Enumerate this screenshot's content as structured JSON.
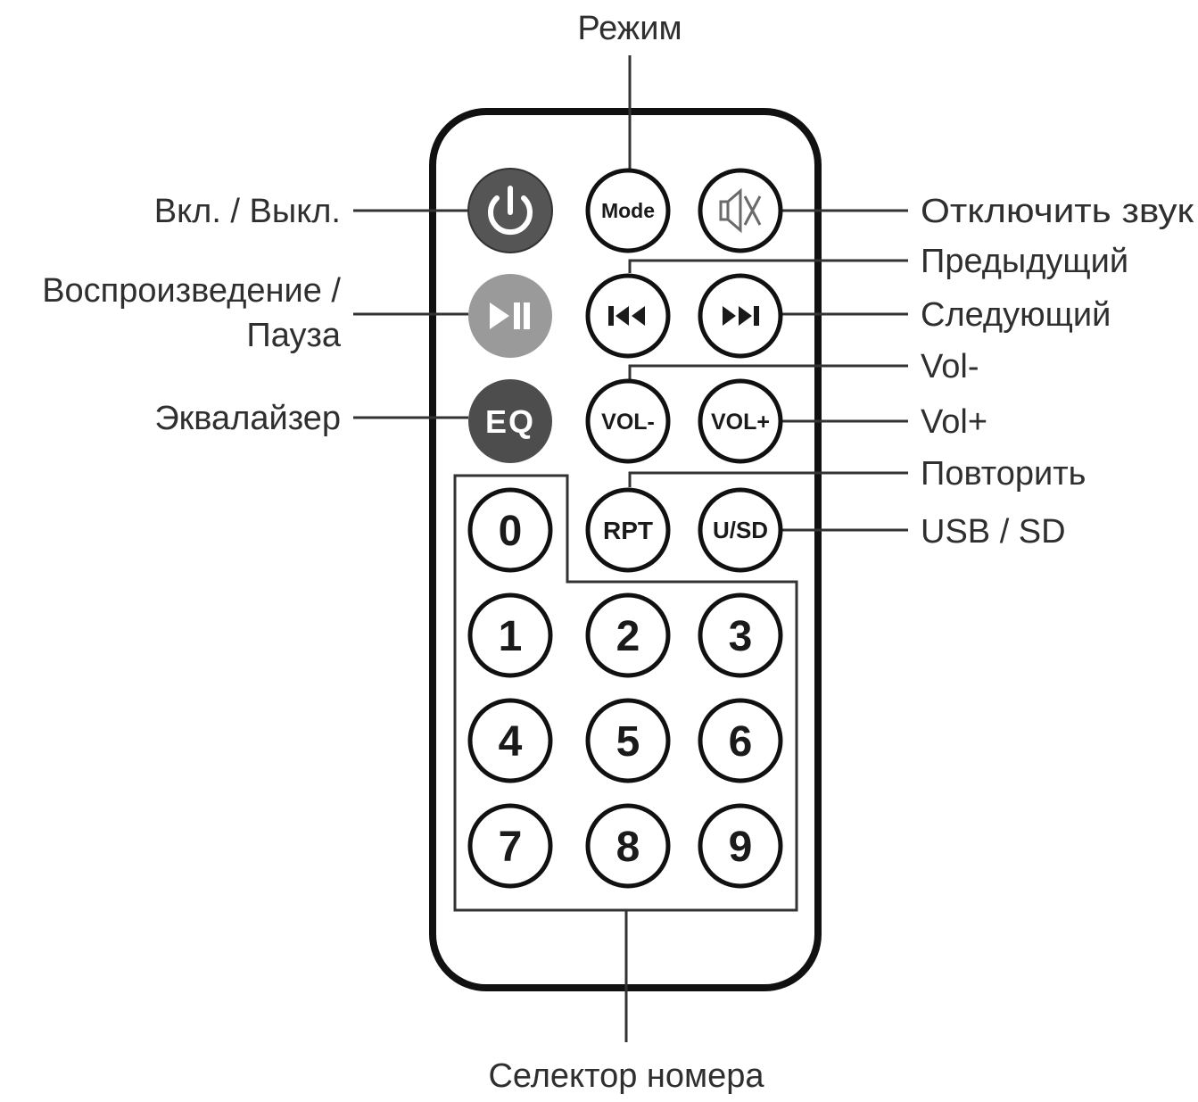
{
  "callouts": {
    "mode": "Режим",
    "power": "Вкл. / Выкл.",
    "play_pause_line1": "Воспроизведение /",
    "play_pause_line2": "Пауза",
    "eq": "Эквалайзер",
    "mute": "Отключить звук",
    "prev": "Предыдущий",
    "next": "Следующий",
    "vol_minus": "Vol-",
    "vol_plus": "Vol+",
    "repeat": "Повторить",
    "usb_sd": "USB / SD",
    "number_selector": "Селектор номера"
  },
  "buttons": {
    "mode": "Mode",
    "eq": "EQ",
    "vol_minus": "VOL-",
    "vol_plus": "VOL+",
    "rpt": "RPT",
    "usb_sd": "U/SD",
    "digits": [
      "0",
      "1",
      "2",
      "3",
      "4",
      "5",
      "6",
      "7",
      "8",
      "9"
    ]
  },
  "icons": {
    "power": "power-icon",
    "play_pause": "play-pause-icon",
    "mute": "mute-speaker-icon",
    "prev": "previous-track-icon",
    "next": "next-track-icon"
  },
  "colors": {
    "power_button": "#555555",
    "play_pause_button": "#9a9a9a",
    "eq_button": "#4d4d4d",
    "outline": "#111111"
  }
}
